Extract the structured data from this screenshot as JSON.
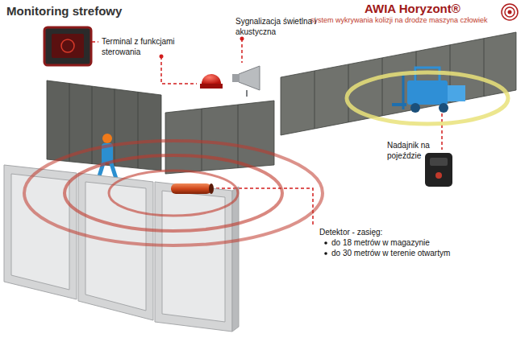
{
  "diagram": {
    "title": "Monitoring strefowy",
    "labels": [
      "AWIA Horyzont®",
      "system wykrywania kolizji na drodze maszyna człowiek",
      "Terminal z funkcjami sterowania",
      "Sygnalizacja świetlna i akustyczna",
      "Nadajnik na pojeździe",
      "Detektor - zasięg:",
      "do 18 metrów w magazynie",
      "do 30 metrów w terenie otwartym"
    ]
  }
}
